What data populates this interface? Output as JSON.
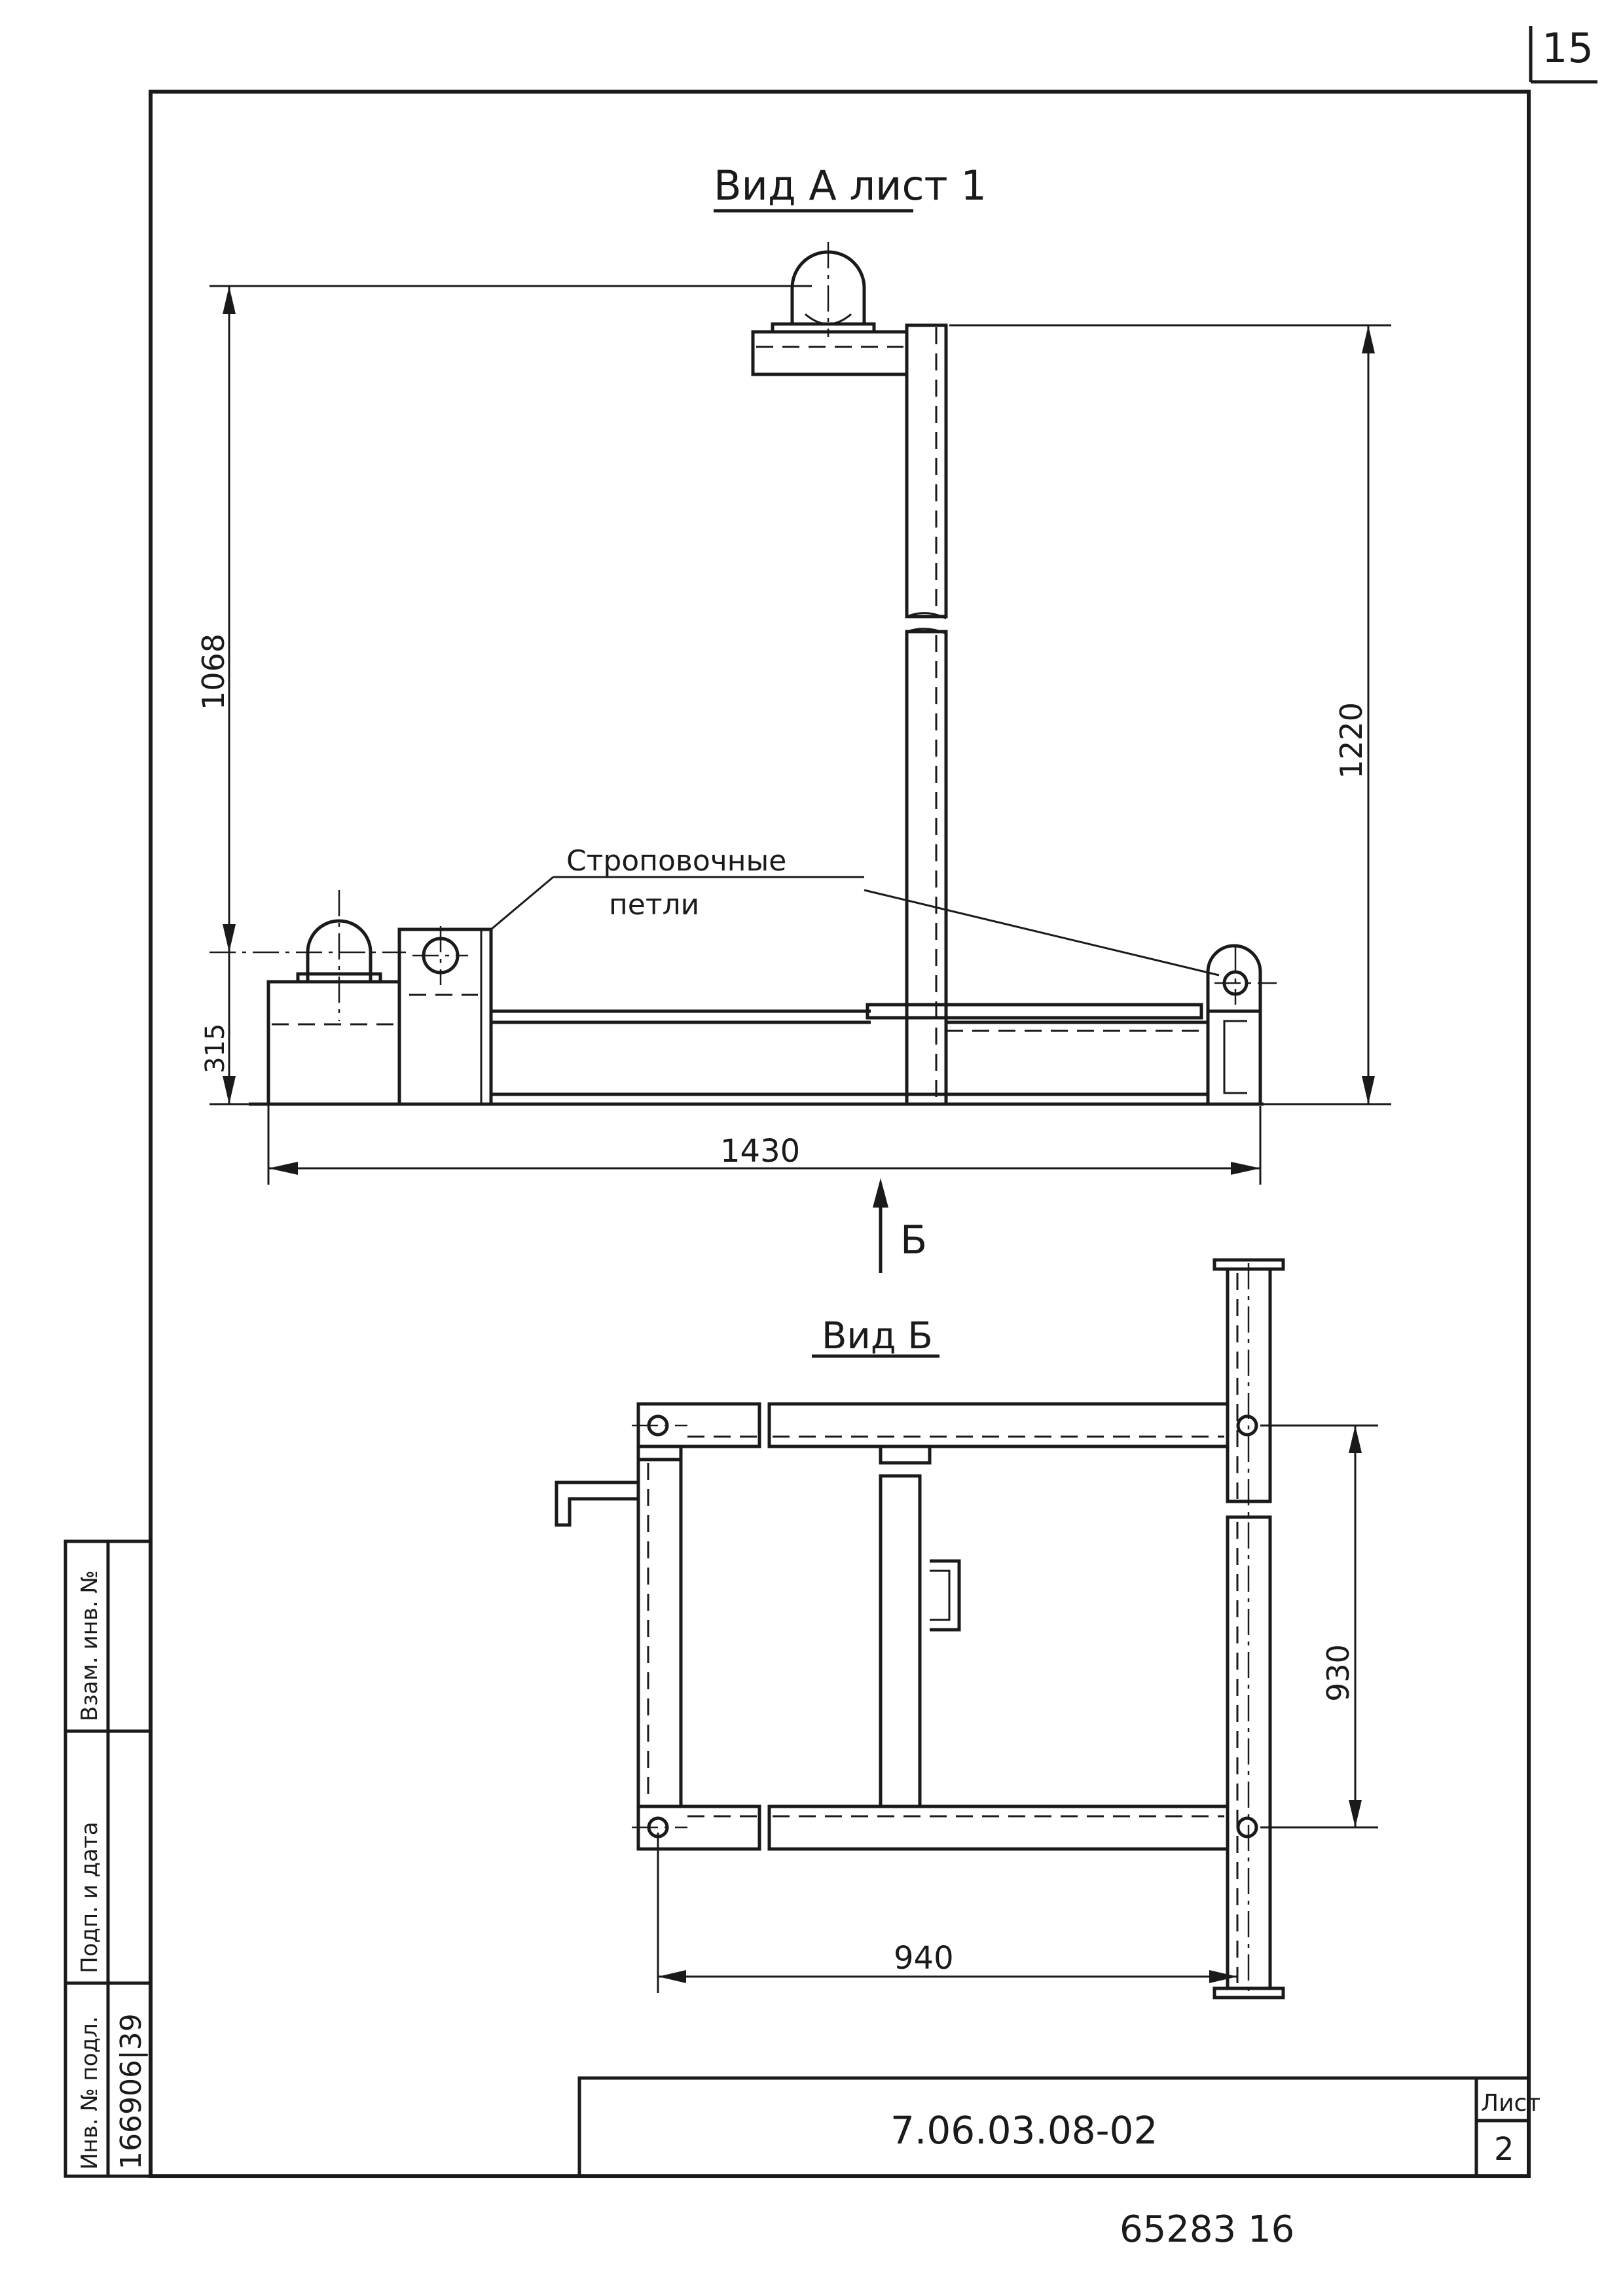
{
  "sheet": {
    "page_corner_number": "15",
    "bottom_number": "65283 16"
  },
  "view_a": {
    "title": "Вид А лист 1",
    "dim_total_height": "1220",
    "dim_loop_height": "1068",
    "dim_base_height": "315",
    "dim_width": "1430",
    "callout_line1": "Строповочные",
    "callout_line2": "петли",
    "arrow_label": "Б"
  },
  "view_b": {
    "title": "Вид Б",
    "dim_height": "930",
    "dim_width": "940"
  },
  "side_stamp": {
    "inv_podl_label": "Инв. № подл.",
    "inv_podl_value": "166906|39",
    "podp_label": "Подп. и дата",
    "vzam_label": "Взам. инв. №"
  },
  "title_block": {
    "designation": "7.06.03.08-02",
    "sheet_label": "Лист",
    "sheet_number": "2"
  }
}
